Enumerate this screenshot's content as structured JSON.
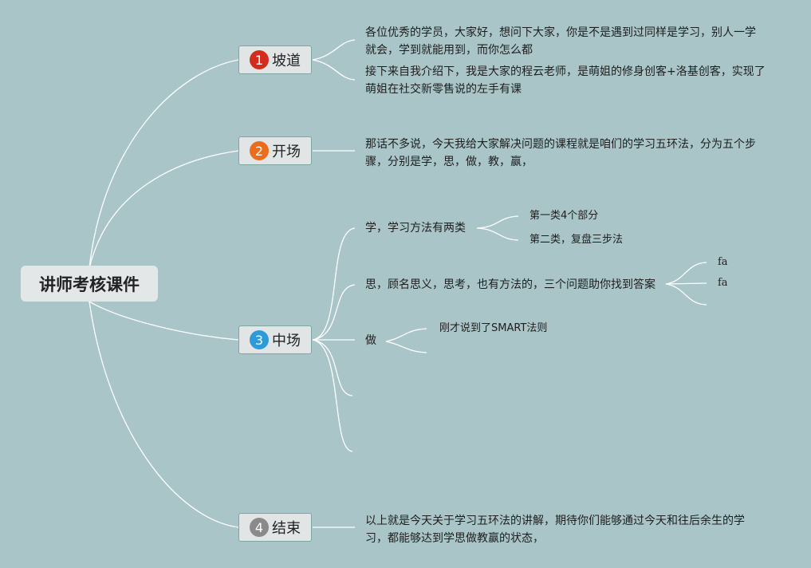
{
  "title": "讲师考核课件",
  "colors": {
    "background": "#a9c5c8",
    "badge1": "#d32b1e",
    "badge2": "#ea6c1c",
    "badge3": "#2e9bd8",
    "badge4": "#8a8a8a"
  },
  "branches": [
    {
      "num": "1",
      "label": "坡道",
      "items": [
        {
          "lines": [
            "各位优秀的学员，大家好，想问下大家，你是不是遇到过同样是学习，别人一学",
            "就会，学到就能用到，而你怎么都"
          ]
        },
        {
          "lines": [
            "接下来自我介绍下，我是大家的程云老师，是萌姐的修身创客+洛基创客，实现了",
            "萌姐在社交新零售说的左手有课"
          ]
        }
      ]
    },
    {
      "num": "2",
      "label": "开场",
      "items": [
        {
          "lines": [
            "那话不多说，今天我给大家解决问题的课程就是咱们的学习五环法，分为五个步",
            "骤，分别是学，思，做，教，赢，"
          ]
        }
      ]
    },
    {
      "num": "3",
      "label": "中场",
      "items": [
        {
          "text": "学，学习方法有两类",
          "children": [
            "第一类4个部分",
            "第二类，复盘三步法"
          ]
        },
        {
          "text": "思，顾名思义，思考，也有方法的，三个问题助你找到答案",
          "children": [
            "fa",
            "fa",
            ""
          ]
        },
        {
          "text": "做",
          "children": [
            "刚才说到了SMART法则",
            ""
          ]
        },
        {
          "text": ""
        },
        {
          "text": ""
        }
      ]
    },
    {
      "num": "4",
      "label": "结束",
      "items": [
        {
          "lines": [
            "以上就是今天关于学习五环法的讲解，期待你们能够通过今天和往后余生的学",
            "习，都能够达到学思做教赢的状态，"
          ]
        }
      ]
    }
  ]
}
